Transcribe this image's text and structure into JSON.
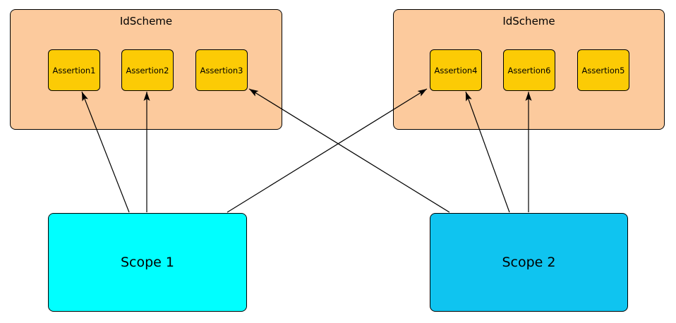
{
  "diagram": {
    "colors": {
      "scheme_fill": "#FCCA9D",
      "assertion_fill": "#FCCB05",
      "scope1_fill": "#00FFFF",
      "scope2_fill": "#0FC4F0",
      "line_color": "#000000",
      "canvas_bg": "#FFFFFF"
    },
    "schemes": [
      {
        "id": "scheme-left",
        "title": "IdScheme",
        "assertions": [
          {
            "id": "assertion1",
            "label": "Assertion1"
          },
          {
            "id": "assertion2",
            "label": "Assertion2"
          },
          {
            "id": "assertion3",
            "label": "Assertion3"
          }
        ]
      },
      {
        "id": "scheme-right",
        "title": "IdScheme",
        "assertions": [
          {
            "id": "assertion4",
            "label": "Assertion4"
          },
          {
            "id": "assertion6",
            "label": "Assertion6"
          },
          {
            "id": "assertion5",
            "label": "Assertion5"
          }
        ]
      }
    ],
    "scopes": [
      {
        "id": "scope1",
        "label": "Scope 1"
      },
      {
        "id": "scope2",
        "label": "Scope 2"
      }
    ],
    "edges": [
      {
        "from": "scope1",
        "to": "assertion1",
        "points": [
          183,
          301,
          116,
          130
        ]
      },
      {
        "from": "scope1",
        "to": "assertion2",
        "points": [
          208,
          301,
          208,
          130
        ]
      },
      {
        "from": "scope1",
        "to": "assertion4",
        "points": [
          322,
          301,
          605,
          126
        ]
      },
      {
        "from": "scope2",
        "to": "assertion3",
        "points": [
          637,
          301,
          353,
          126
        ]
      },
      {
        "from": "scope2",
        "to": "assertion4",
        "points": [
          722,
          301,
          660,
          130
        ]
      },
      {
        "from": "scope2",
        "to": "assertion6",
        "points": [
          749,
          301,
          749,
          130
        ]
      }
    ]
  }
}
